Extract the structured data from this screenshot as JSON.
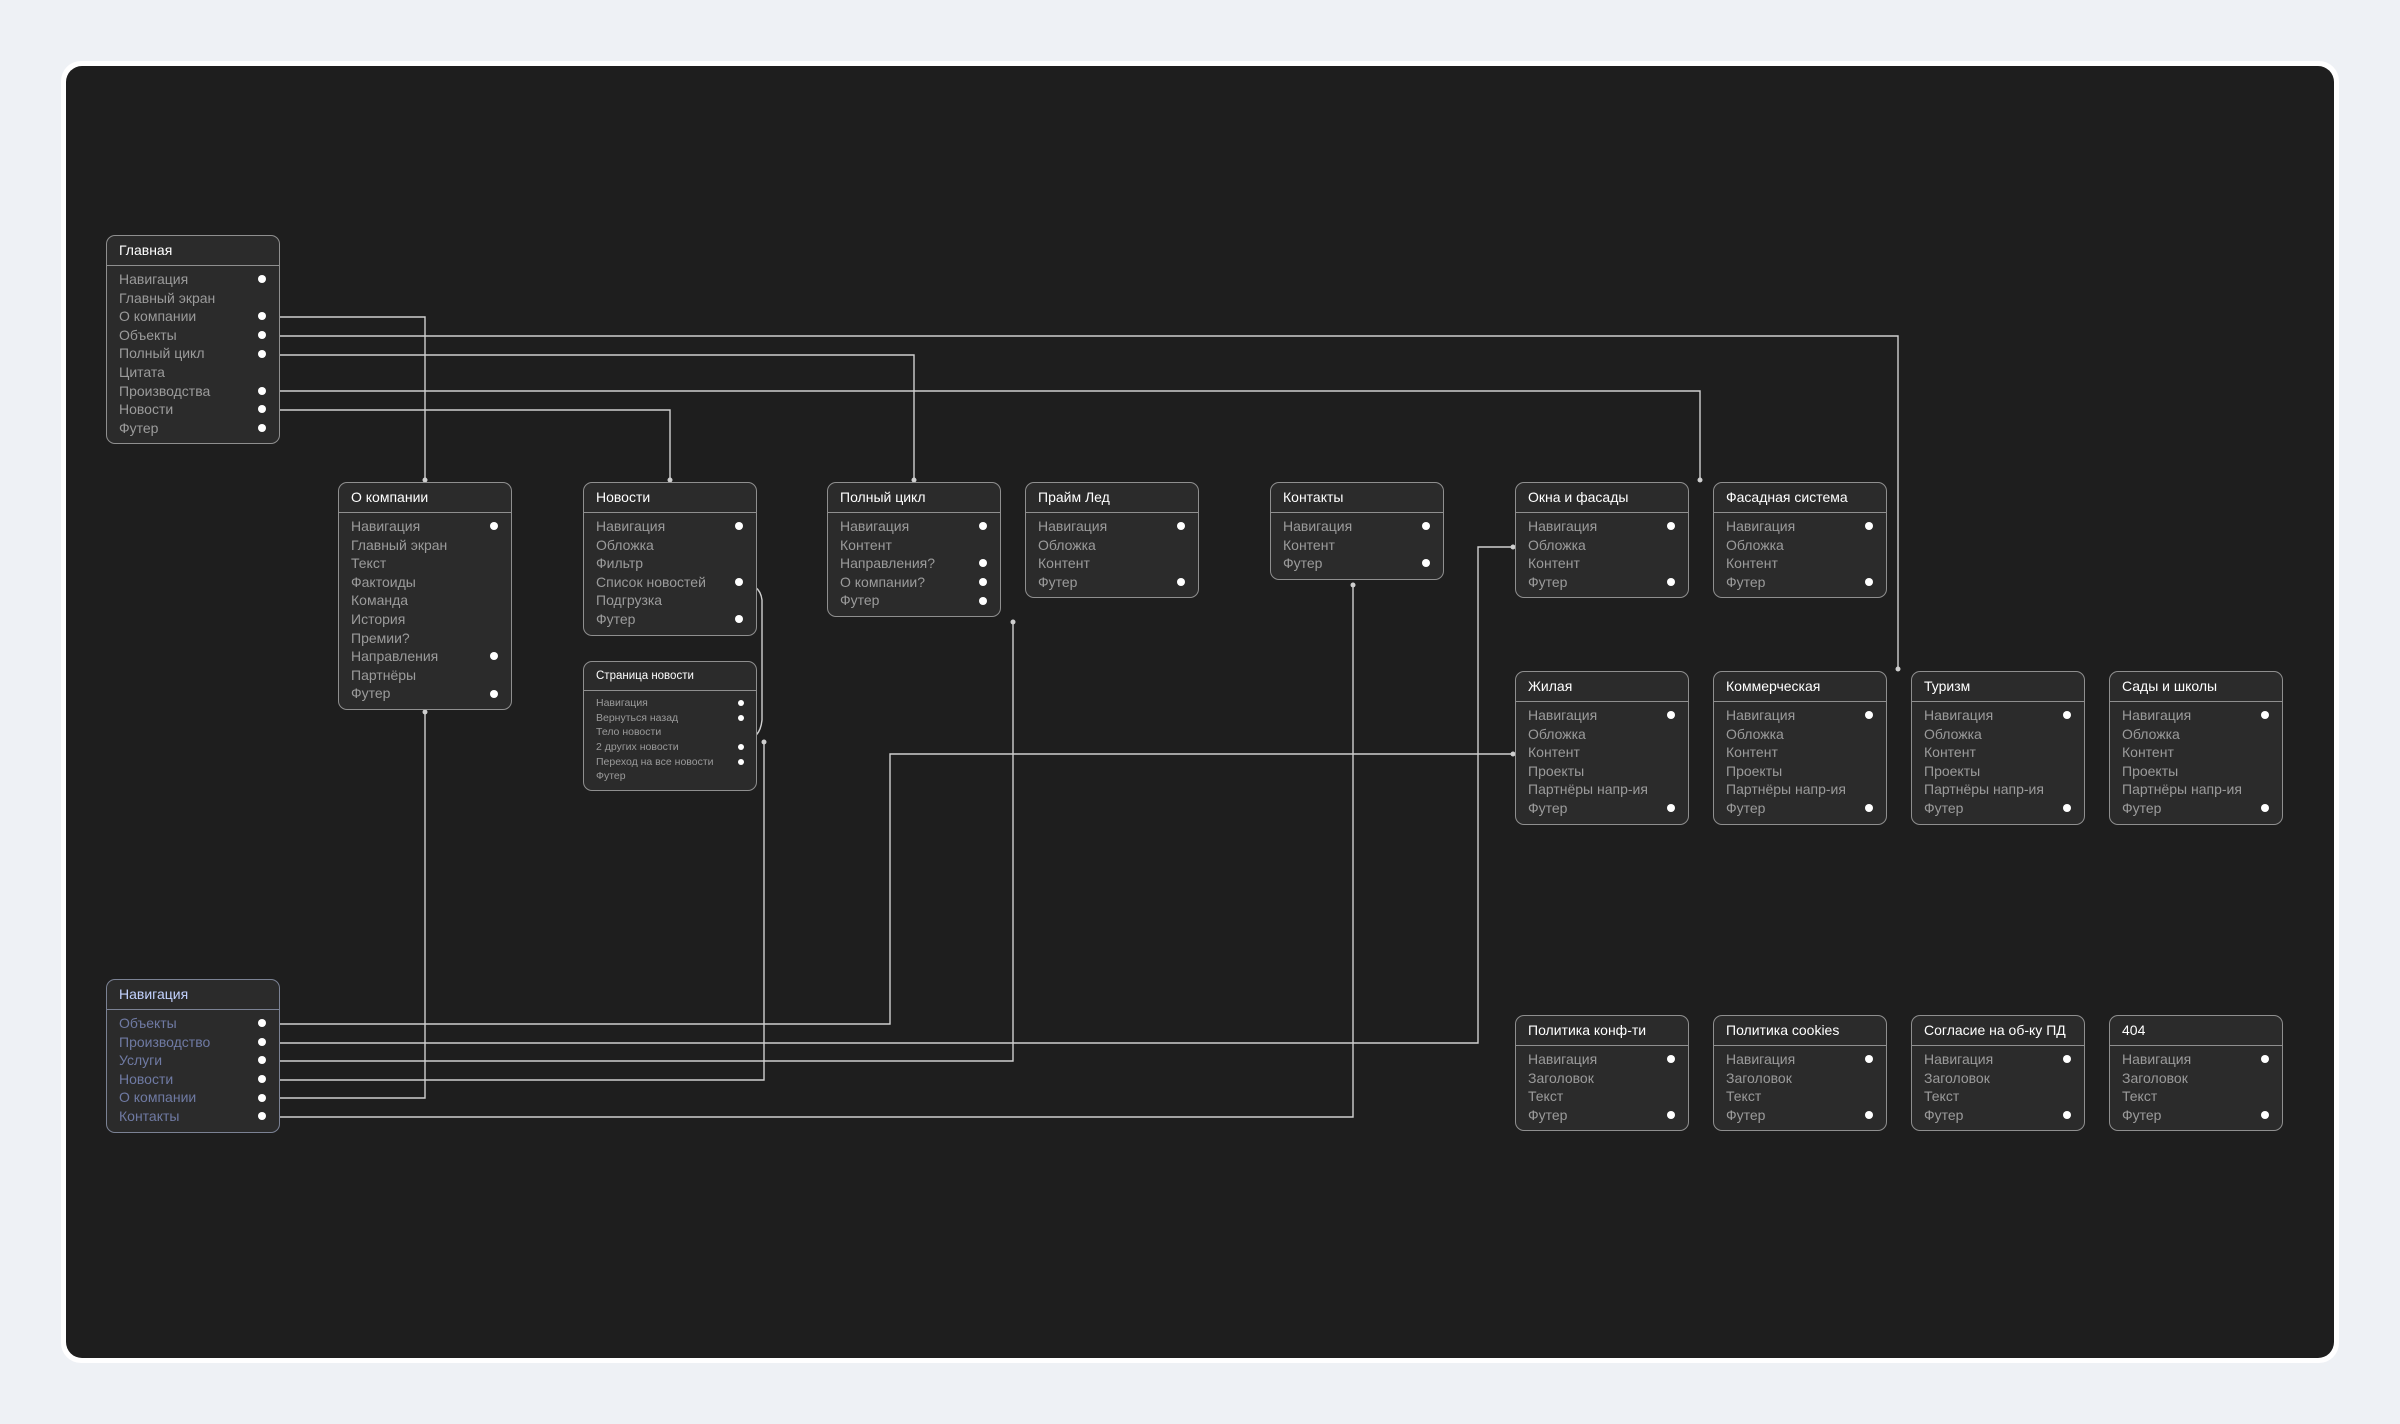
{
  "theme": {
    "page_bg": "#eef1f5",
    "canvas_bg": "#1e1e1e",
    "card_bg": "#2b2b2b",
    "card_border": "#8f8f8f",
    "title_color": "#ffffff",
    "row_color": "#9b9b9b",
    "nav_title_color": "#c3d2ff",
    "nav_row_color": "#6f7aa3",
    "connector_color": "#cfcfcf",
    "dot_color": "#ffffff"
  },
  "nodes": {
    "glavnaya": {
      "title": "Главная",
      "rows": [
        {
          "label": "Навигация",
          "dot": true
        },
        {
          "label": "Главный экран",
          "dot": false
        },
        {
          "label": "О компании",
          "dot": true
        },
        {
          "label": "Объекты",
          "dot": true
        },
        {
          "label": "Полный цикл",
          "dot": true
        },
        {
          "label": "Цитата",
          "dot": false
        },
        {
          "label": "Производства",
          "dot": true
        },
        {
          "label": "Новости",
          "dot": true
        },
        {
          "label": "Футер",
          "dot": true
        }
      ]
    },
    "o_kompanii": {
      "title": "О компании",
      "rows": [
        {
          "label": "Навигация",
          "dot": true
        },
        {
          "label": "Главный экран",
          "dot": false
        },
        {
          "label": "Текст",
          "dot": false
        },
        {
          "label": "Фактоиды",
          "dot": false
        },
        {
          "label": "Команда",
          "dot": false
        },
        {
          "label": "История",
          "dot": false
        },
        {
          "label": "Премии?",
          "dot": false
        },
        {
          "label": "Направления",
          "dot": true
        },
        {
          "label": "Партнёры",
          "dot": false
        },
        {
          "label": "Футер",
          "dot": true
        }
      ]
    },
    "novosti": {
      "title": "Новости",
      "rows": [
        {
          "label": "Навигация",
          "dot": true
        },
        {
          "label": "Обложка",
          "dot": false
        },
        {
          "label": "Фильтр",
          "dot": false
        },
        {
          "label": "Список новостей",
          "dot": true
        },
        {
          "label": "Подгрузка",
          "dot": false
        },
        {
          "label": "Футер",
          "dot": true
        }
      ]
    },
    "stranitsa_novosti": {
      "title": "Страница новости",
      "rows": [
        {
          "label": "Навигация",
          "dot": true
        },
        {
          "label": "Вернуться назад",
          "dot": true
        },
        {
          "label": "Тело новости",
          "dot": false
        },
        {
          "label": "2 других новости",
          "dot": true
        },
        {
          "label": "Переход на все новости",
          "dot": true
        },
        {
          "label": "Футер",
          "dot": false
        }
      ]
    },
    "polnyi_tsikl": {
      "title": "Полный цикл",
      "rows": [
        {
          "label": "Навигация",
          "dot": true
        },
        {
          "label": "Контент",
          "dot": false
        },
        {
          "label": "Направления?",
          "dot": true
        },
        {
          "label": "О компании?",
          "dot": true
        },
        {
          "label": "Футер",
          "dot": true
        }
      ]
    },
    "praim_led": {
      "title": "Прайм Лед",
      "rows": [
        {
          "label": "Навигация",
          "dot": true
        },
        {
          "label": "Обложка",
          "dot": false
        },
        {
          "label": "Контент",
          "dot": false
        },
        {
          "label": "Футер",
          "dot": true
        }
      ]
    },
    "kontakty": {
      "title": "Контакты",
      "rows": [
        {
          "label": "Навигация",
          "dot": true
        },
        {
          "label": "Контент",
          "dot": false
        },
        {
          "label": "Футер",
          "dot": true
        }
      ]
    },
    "okna": {
      "title": "Окна и фасады",
      "rows": [
        {
          "label": "Навигация",
          "dot": true
        },
        {
          "label": "Обложка",
          "dot": false
        },
        {
          "label": "Контент",
          "dot": false
        },
        {
          "label": "Футер",
          "dot": true
        }
      ]
    },
    "fasadnaya": {
      "title": "Фасадная система",
      "rows": [
        {
          "label": "Навигация",
          "dot": true
        },
        {
          "label": "Обложка",
          "dot": false
        },
        {
          "label": "Контент",
          "dot": false
        },
        {
          "label": "Футер",
          "dot": true
        }
      ]
    },
    "zhilaya": {
      "title": "Жилая",
      "rows": [
        {
          "label": "Навигация",
          "dot": true
        },
        {
          "label": "Обложка",
          "dot": false
        },
        {
          "label": "Контент",
          "dot": false
        },
        {
          "label": "Проекты",
          "dot": false
        },
        {
          "label": "Партнёры напр-ия",
          "dot": false
        },
        {
          "label": "Футер",
          "dot": true
        }
      ]
    },
    "kommercheskaya": {
      "title": "Коммерческая",
      "rows": [
        {
          "label": "Навигация",
          "dot": true
        },
        {
          "label": "Обложка",
          "dot": false
        },
        {
          "label": "Контент",
          "dot": false
        },
        {
          "label": "Проекты",
          "dot": false
        },
        {
          "label": "Партнёры напр-ия",
          "dot": false
        },
        {
          "label": "Футер",
          "dot": true
        }
      ]
    },
    "turizm": {
      "title": "Туризм",
      "rows": [
        {
          "label": "Навигация",
          "dot": true
        },
        {
          "label": "Обложка",
          "dot": false
        },
        {
          "label": "Контент",
          "dot": false
        },
        {
          "label": "Проекты",
          "dot": false
        },
        {
          "label": "Партнёры напр-ия",
          "dot": false
        },
        {
          "label": "Футер",
          "dot": true
        }
      ]
    },
    "sady": {
      "title": "Сады и школы",
      "rows": [
        {
          "label": "Навигация",
          "dot": true
        },
        {
          "label": "Обложка",
          "dot": false
        },
        {
          "label": "Контент",
          "dot": false
        },
        {
          "label": "Проекты",
          "dot": false
        },
        {
          "label": "Партнёры напр-ия",
          "dot": false
        },
        {
          "label": "Футер",
          "dot": true
        }
      ]
    },
    "politika": {
      "title": "Политика конф-ти",
      "rows": [
        {
          "label": "Навигация",
          "dot": true
        },
        {
          "label": "Заголовок",
          "dot": false
        },
        {
          "label": "Текст",
          "dot": false
        },
        {
          "label": "Футер",
          "dot": true
        }
      ]
    },
    "cookies": {
      "title": "Политика cookies",
      "rows": [
        {
          "label": "Навигация",
          "dot": true
        },
        {
          "label": "Заголовок",
          "dot": false
        },
        {
          "label": "Текст",
          "dot": false
        },
        {
          "label": "Футер",
          "dot": true
        }
      ]
    },
    "soglasie": {
      "title": "Согласие на об-ку ПД",
      "rows": [
        {
          "label": "Навигация",
          "dot": true
        },
        {
          "label": "Заголовок",
          "dot": false
        },
        {
          "label": "Текст",
          "dot": false
        },
        {
          "label": "Футер",
          "dot": true
        }
      ]
    },
    "e404": {
      "title": "404",
      "rows": [
        {
          "label": "Навигация",
          "dot": true
        },
        {
          "label": "Заголовок",
          "dot": false
        },
        {
          "label": "Текст",
          "dot": false
        },
        {
          "label": "Футер",
          "dot": true
        }
      ]
    },
    "navigatsiya": {
      "title": "Навигация",
      "rows": [
        {
          "label": "Объекты",
          "dot": true
        },
        {
          "label": "Производство",
          "dot": true
        },
        {
          "label": "Услуги",
          "dot": true
        },
        {
          "label": "Новости",
          "dot": true
        },
        {
          "label": "О компании",
          "dot": true
        },
        {
          "label": "Контакты",
          "dot": true
        }
      ]
    }
  }
}
